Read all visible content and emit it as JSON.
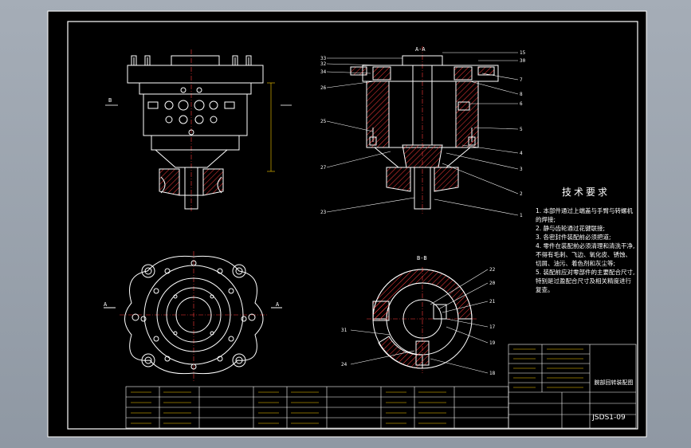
{
  "section_labels": {
    "aa": "A-A",
    "bb": "B-B",
    "b_mark": "B",
    "a_mark_1": "A",
    "a_mark_2": "A"
  },
  "callouts_aa_left": [
    "33",
    "32",
    "34",
    "26",
    "25",
    "27",
    "23"
  ],
  "callouts_aa_right": [
    "15",
    "30",
    "7",
    "8",
    "6",
    "5",
    "4",
    "3",
    "2",
    "1"
  ],
  "callouts_bb": [
    "22",
    "20",
    "21",
    "17",
    "19",
    "18",
    "31",
    "24"
  ],
  "tech_requirements": {
    "title": "技术要求",
    "items": [
      "1. 本部件通过上端盖与手臂与转螺机的焊接;",
      "2. 静与齿轮通过花键联接;",
      "3. 各密封件装配前必须把道;",
      "4. 零件在装配前必须清理和清洗干净, 不得有毛刺、飞边、氧化皮、锈蚀、切屑、油污、着色剂和灰尘等;",
      "5. 装配前应对零部件的主要配合尺寸, 特别是过盈配合尺寸及相关精度进行复查。"
    ]
  },
  "title_block": {
    "drawing_name": "腕部回转装配图",
    "drawing_no": "JSDS1-09"
  },
  "colors": {
    "background": "#000000",
    "line": "#ffffff",
    "hatch": "#ff3a3a",
    "center": "#ff3a3a",
    "dim": "#ffd000"
  }
}
